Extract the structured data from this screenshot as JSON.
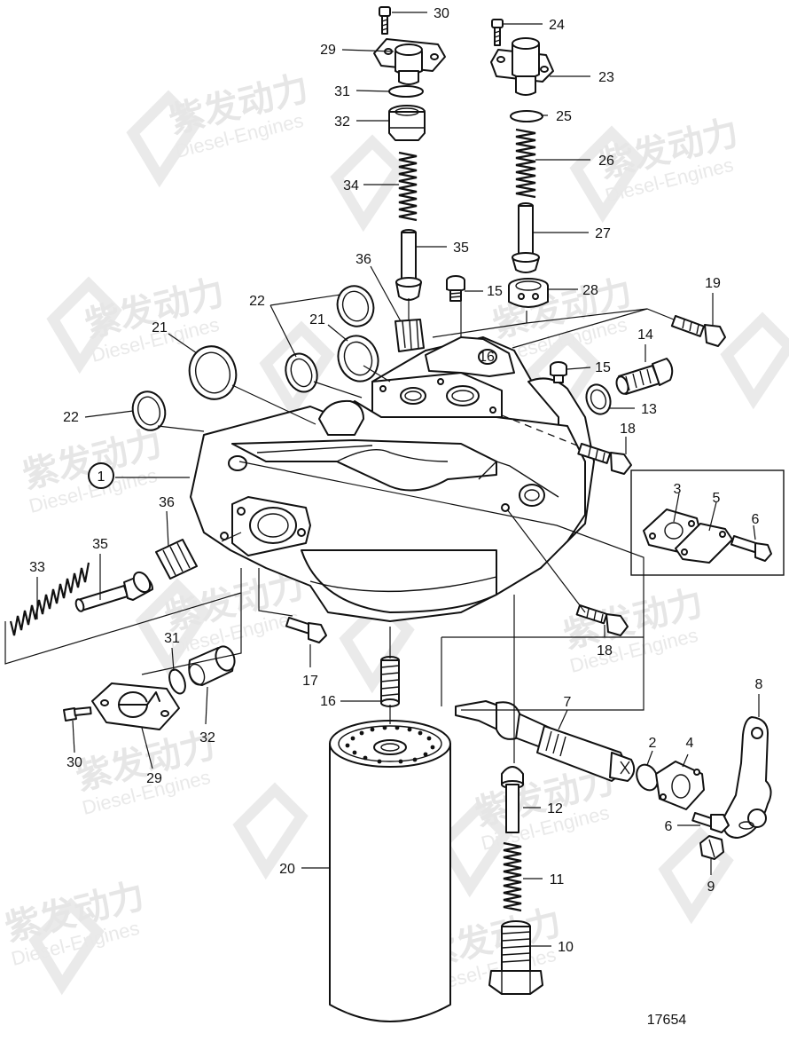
{
  "watermark": {
    "cn": "紫发动力",
    "en": "Diesel-Engines"
  },
  "drawing_number": "17654",
  "callout_circle_label": "1",
  "labels": {
    "p2": "2",
    "p3": "3",
    "p4": "4",
    "p5": "5",
    "p6a": "6",
    "p6b": "6",
    "p7": "7",
    "p8": "8",
    "p9": "9",
    "p10": "10",
    "p11": "11",
    "p12": "12",
    "p13": "13",
    "p14": "14",
    "p15a": "15",
    "p15b": "15",
    "p16a": "16",
    "p16b": "16",
    "p17": "17",
    "p18a": "18",
    "p18b": "18",
    "p19": "19",
    "p20": "20",
    "p21a": "21",
    "p21b": "21",
    "p22a": "22",
    "p22b": "22",
    "p23": "23",
    "p24": "24",
    "p25": "25",
    "p26": "26",
    "p27": "27",
    "p28": "28",
    "p29a": "29",
    "p29b": "29",
    "p30a": "30",
    "p30b": "30",
    "p31a": "31",
    "p31b": "31",
    "p32a": "32",
    "p32b": "32",
    "p33": "33",
    "p34": "34",
    "p35a": "35",
    "p35b": "35",
    "p36a": "36",
    "p36b": "36"
  }
}
